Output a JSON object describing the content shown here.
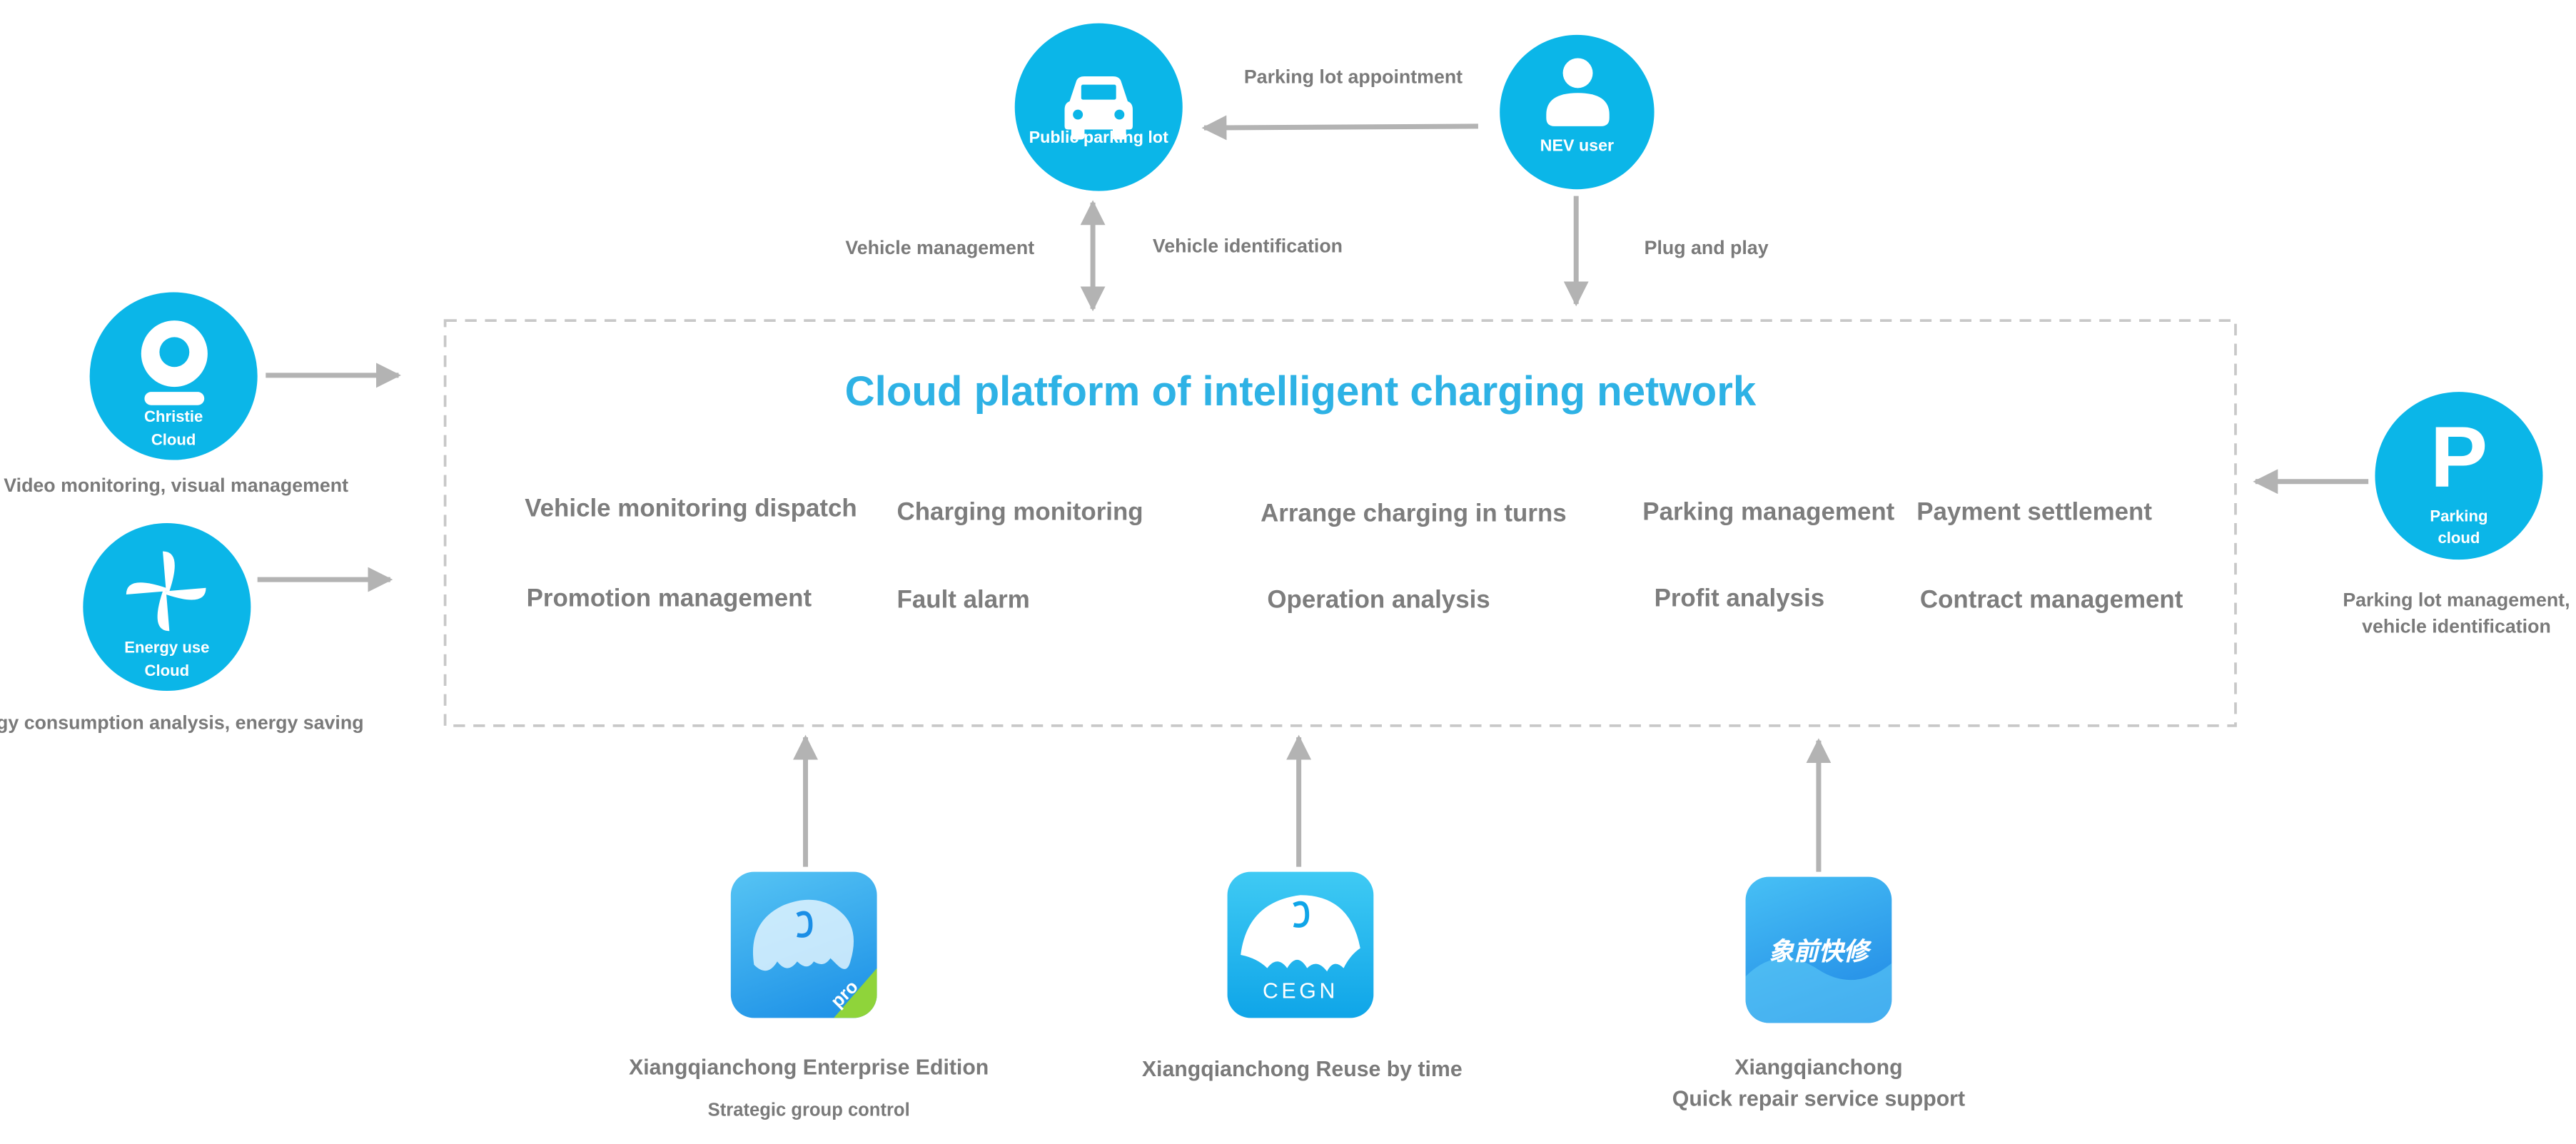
{
  "title": "Cloud platform of intelligent charging network",
  "top": {
    "parking_lot": {
      "label": "Public parking lot",
      "icon": "car-icon"
    },
    "nev_user": {
      "label": "NEV user",
      "icon": "user-icon"
    },
    "appointment_label": "Parking lot appointment",
    "vehicle_management_label": "Vehicle management",
    "vehicle_identification_label": "Vehicle identification",
    "plug_and_play_label": "Plug and play"
  },
  "left": {
    "christie": {
      "label_line1": "Christie",
      "label_line2": "Cloud",
      "icon": "camera-icon",
      "description": "Video monitoring, visual management"
    },
    "energy": {
      "label_line1": "Energy use",
      "label_line2": "Cloud",
      "icon": "fan-icon",
      "description": "Energy consumption analysis, energy saving"
    }
  },
  "right": {
    "parking_cloud": {
      "letter": "P",
      "label_line1": "Parking",
      "label_line2": "cloud",
      "description_line1": "Parking lot management,",
      "description_line2": "vehicle identification"
    }
  },
  "functions": [
    "Vehicle monitoring dispatch",
    "Charging monitoring",
    "Arrange charging in turns",
    "Parking management",
    "Payment settlement",
    "Promotion management",
    "Fault alarm",
    "Operation analysis",
    "Profit analysis",
    "Contract management"
  ],
  "apps": [
    {
      "name": "Xiangqianchong Enterprise Edition",
      "subtitle": "Strategic group control",
      "icon": "elephant-pro-app-icon",
      "badge": "pro"
    },
    {
      "name": "Xiangqianchong Reuse by time",
      "icon": "elephant-cegn-app-icon",
      "brand": "CEGN"
    },
    {
      "name_line1": "Xiangqianchong",
      "name_line2": "Quick repair service support",
      "icon": "quick-repair-app-icon",
      "icon_text": "象前快修"
    }
  ],
  "colors": {
    "accent": "#0bb6e8",
    "text": "#7a7a7a",
    "arrow": "#b3b3b3",
    "box_border": "#c8c8c8",
    "pro_badge": "#8fd43a"
  }
}
